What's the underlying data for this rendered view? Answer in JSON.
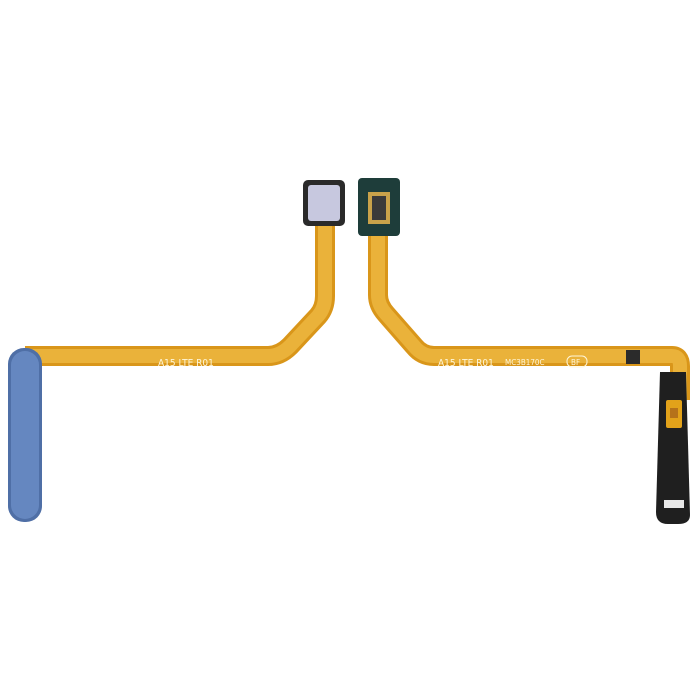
{
  "left_flex": {
    "silkscreen": "A15 LTE R01"
  },
  "right_flex": {
    "silkscreen": "A15 LTE R01",
    "part_code": "MC3B170C",
    "badge": "BF"
  },
  "colors": {
    "flex": "#e2a21a",
    "button": "#5c7fb8",
    "background": "#ffffff",
    "connector": "#1e3d3a"
  }
}
